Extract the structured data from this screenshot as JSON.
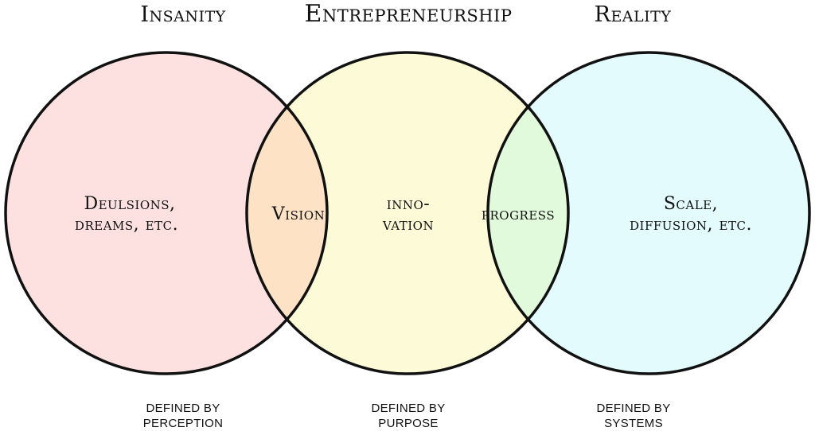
{
  "sets": [
    {
      "id": "left",
      "title": "Insanity",
      "body": [
        "Deulsions,",
        "dreams, etc."
      ],
      "footer": [
        "DEFINED BY",
        "PERCEPTION"
      ],
      "fill": "#fde0e0"
    },
    {
      "id": "middle",
      "title": "Entrepreneurship",
      "body": [
        "inno-",
        "vation"
      ],
      "footer": [
        "DEFINED BY",
        "PURPOSE"
      ],
      "fill": "#fdfad8"
    },
    {
      "id": "right",
      "title": "Reality",
      "body": [
        "Scale,",
        "diffusion, etc."
      ],
      "footer": [
        "DEFINED BY",
        "SYSTEMS"
      ],
      "fill": "#e3fbfd"
    }
  ],
  "intersections": [
    {
      "id": "left-middle",
      "label": "Vision",
      "fill": "#fde2c6"
    },
    {
      "id": "middle-right",
      "label": "progress",
      "fill": "#e2fadc"
    }
  ],
  "colors": {
    "outline": "#111111",
    "background": "#ffffff"
  }
}
